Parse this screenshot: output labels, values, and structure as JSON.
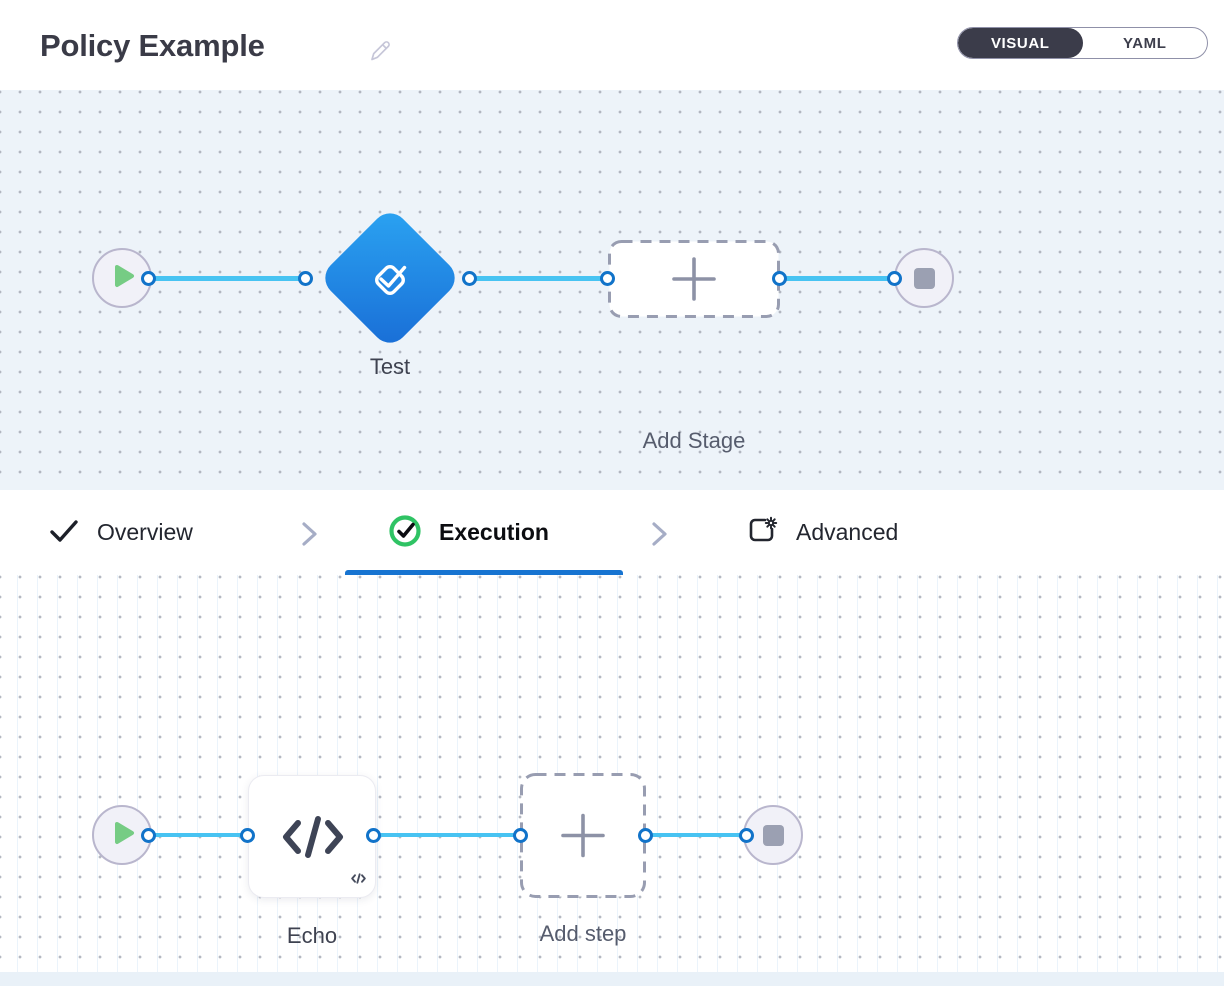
{
  "header": {
    "title": "Policy Example",
    "mode_toggle": {
      "visual_label": "VISUAL",
      "yaml_label": "YAML",
      "selected": "VISUAL"
    }
  },
  "stage_pipeline": {
    "stage_label": "Test",
    "add_stage_label": "Add Stage"
  },
  "tabs": {
    "overview": "Overview",
    "execution": "Execution",
    "advanced": "Advanced",
    "active": "Execution"
  },
  "step_pipeline": {
    "step_label": "Echo",
    "add_step_label": "Add step"
  },
  "icons": {
    "edit": "pencil-icon",
    "stage": "approval-check-icon",
    "overview_tab": "check-icon",
    "execution_tab": "check-circle-icon",
    "advanced_tab": "panel-gear-icon",
    "step": "code-icon",
    "start": "play-icon",
    "end": "stop-icon",
    "add": "plus-icon"
  },
  "colors": {
    "accent_blue": "#1774d1",
    "connector_blue": "#47c3f2",
    "stage_gradient_start": "#2ba4f2",
    "stage_gradient_end": "#196dd6",
    "success_green": "#2fc364",
    "play_green": "#76cc84",
    "toggle_dark": "#3b3c4a",
    "canvas_stage_bg": "#edf3f9",
    "canvas_step_bg": "#ffffff"
  }
}
